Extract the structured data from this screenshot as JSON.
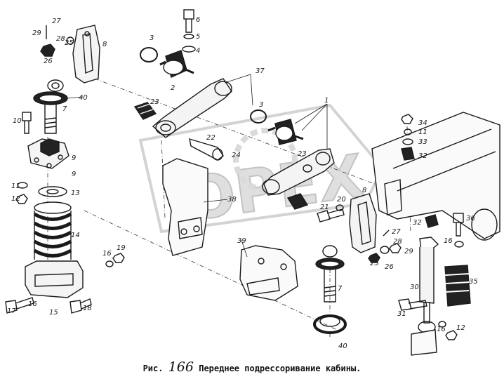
{
  "caption": {
    "prefix": "Рис.",
    "number": "166",
    "title": "Переднее подрессоривание кабины."
  },
  "watermark": {
    "text": "OPEX"
  },
  "colors": {
    "ink": "#1a1a1a",
    "watermark": "#d8d8d8"
  },
  "callouts": [
    "1",
    "2",
    "3",
    "4",
    "5",
    "6",
    "7",
    "8",
    "9",
    "10",
    "11",
    "12",
    "13",
    "14",
    "15",
    "16",
    "17",
    "18",
    "19",
    "20",
    "21",
    "22",
    "23",
    "24",
    "25",
    "26",
    "27",
    "28",
    "29",
    "30",
    "31",
    "32",
    "33",
    "34",
    "35",
    "36",
    "37",
    "38",
    "39",
    "40"
  ]
}
